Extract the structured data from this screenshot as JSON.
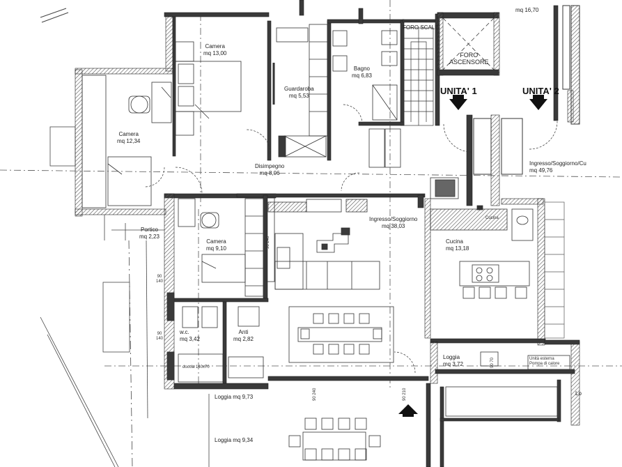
{
  "rooms": {
    "camera_top": {
      "name": "Camera",
      "area": "mq 13,00"
    },
    "camera_left": {
      "name": "Camera",
      "area": "mq 12,34"
    },
    "guardaroba": {
      "name": "Guardaroba",
      "area": "mq 5,53"
    },
    "bagno": {
      "name": "Bagno",
      "area": "mq 6,83"
    },
    "disimpegno": {
      "name": "Disimpegno",
      "area": "mq 8,06"
    },
    "portico": {
      "name": "Portico",
      "area": "mq 2,23"
    },
    "camera_mid": {
      "name": "Camera",
      "area": "mq 9,10"
    },
    "soggiorno": {
      "name": "Ingresso/Soggiorno",
      "area": "mq 38,03"
    },
    "cucina": {
      "name": "Cucina",
      "area": "mq 13,18"
    },
    "wc": {
      "name": "w.c.",
      "area": "mq 3,42"
    },
    "anti": {
      "name": "Anti",
      "area": "mq 2,82"
    },
    "loggia_right": {
      "name": "Loggia",
      "area": "mq 3,72"
    },
    "loggia_bottom1": {
      "name": "Loggia mq 9,73"
    },
    "loggia_bottom2": {
      "name": "Loggia mq 9,34"
    },
    "unit2_soggiorno": {
      "name": "Ingresso/Soggiorno/Cu",
      "area": "mq 49,76"
    },
    "top_right_area": {
      "area": "mq 16,70"
    }
  },
  "labels": {
    "foro_scale": "FORO SCALE",
    "foro_ascensore": [
      "FORO",
      "ASCENSORE"
    ],
    "unita1": "UNITA' 1",
    "unita2": "UNITA' 2",
    "unita_esterna": [
      "Unità esterna",
      "Pompa di calore"
    ],
    "doccia": "doccia 140x70",
    "dim_90_140_a": [
      "90",
      "140"
    ],
    "dim_90_140_b": [
      "90",
      "140"
    ],
    "dim_90_70": "90 70",
    "dim_90_240": "90 240",
    "dim_90_210": "90 210",
    "dim_90_240b": "90 240",
    "dim_cucina_small": "Cucina",
    "lo": "Lo"
  },
  "colors": {
    "ink": "#222222",
    "wall": "#3a3a3a",
    "hatch": "#6a6a6a",
    "grey_fill": "#9a9a9a"
  }
}
